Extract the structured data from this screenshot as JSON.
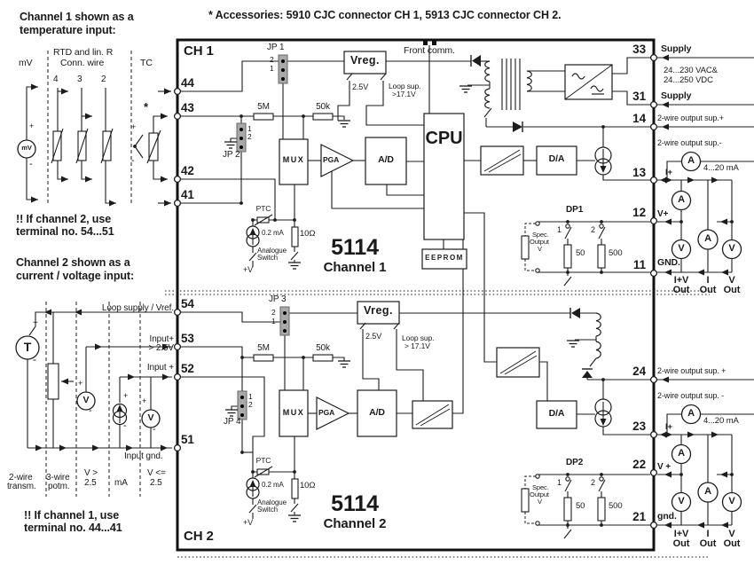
{
  "header": {
    "accessories": "* Accessories: 5910 CJC connector CH 1, 5913 CJC connector CH 2."
  },
  "symbols": {
    "plus": "+",
    "minus": "-",
    "star": "*",
    "amp": "A",
    "volt": "V",
    "temp": "T",
    "mv_meter": "mV"
  },
  "left_ch1": {
    "intro1": "Channel 1 shown as a",
    "intro2": "temperature input:",
    "mv_col": "mV",
    "rtd1": "RTD and lin. R",
    "rtd2": "Conn. wire",
    "tc_col": "TC",
    "wire4": "4",
    "wire3": "3",
    "wire2": "2",
    "note1": "!! If channel 2, use",
    "note2": "terminal no. 54...51"
  },
  "left_ch2": {
    "intro1": "Channel 2 shown as a",
    "intro2": "current / voltage input:",
    "loop_supply": "Loop supply / Vref.",
    "input_25_1": "Input+",
    "input_25_2": "> 2.5V",
    "input_plus": "Input +",
    "input_gnd": "Input gnd.",
    "w2_1": "2-wire",
    "w2_2": "transm.",
    "w3_1": "3-wire",
    "w3_2": "potm.",
    "vgt1": "V >",
    "vgt2": "2.5",
    "ma": "mA",
    "vle1": "V <=",
    "vle2": "2.5",
    "note1": "!! If channel 1, use",
    "note2": "terminal no. 44...41"
  },
  "ch1": {
    "title": "CH 1",
    "t44": "44",
    "t43": "43",
    "t42": "42",
    "t41": "41",
    "jp1": "JP 1",
    "jp2": "JP 2",
    "p1": "1",
    "p2": "2",
    "r5m": "5M",
    "r50k": "50k",
    "mux": "MUX",
    "pga": "PGA",
    "ad": "A/D",
    "vreg": "Vreg.",
    "v25": "2.5V",
    "loop1": "Loop sup.",
    "loop2": ">17.1V",
    "front_comm": "Front comm.",
    "cpu": "CPU",
    "eeprom": "EEPROM",
    "ptc": "PTC",
    "isrc": "0.2 mA",
    "r10": "10Ω",
    "asw1": "Analogue",
    "asw2": "Switch",
    "pv": "+V",
    "model": "5114",
    "channel": "Channel 1",
    "da": "D/A"
  },
  "ch2": {
    "title": "CH 2",
    "t54": "54",
    "t53": "53",
    "t52": "52",
    "t51": "51",
    "jp3": "JP 3",
    "jp4": "JP 4",
    "p1": "1",
    "p2": "2",
    "r5m": "5M",
    "r50k": "50k",
    "mux": "MUX",
    "pga": "PGA",
    "ad": "A/D",
    "vreg": "Vreg.",
    "v25": "2.5V",
    "loop1": "Loop sup.",
    "loop2": "> 17.1V",
    "ptc": "PTC",
    "isrc": "0.2 mA",
    "r10": "10Ω",
    "asw1": "Analogue",
    "asw2": "Switch",
    "pv": "+V",
    "model": "5114",
    "channel": "Channel 2",
    "da": "D/A"
  },
  "right_ch1": {
    "t33": "33",
    "supply_top": "Supply",
    "vac": "24...230 VAC&",
    "vdc": "24...250 VDC",
    "t31": "31",
    "supply_bottom": "Supply",
    "t14": "14",
    "sup_plus": "2-wire output sup.+",
    "sup_minus": "2-wire output sup.-",
    "ma_range": "4...20 mA",
    "t13": "13",
    "iplus": "I+",
    "t12": "12",
    "vplus": "V+",
    "t11": "11",
    "gnd": "GND.",
    "dp": "DP1",
    "spec1": "Spec.",
    "spec2": "Output",
    "spec3": "V",
    "sw1": "1",
    "sw2": "2",
    "r50": "50",
    "r500": "500",
    "col_iv": "I+V",
    "col_i": "I",
    "col_v": "V",
    "out": "Out"
  },
  "right_ch2": {
    "t24": "24",
    "sup_plus": "2-wire output sup. +",
    "sup_minus": "2-wire output sup. -",
    "ma_range": "4...20 mA",
    "t23": "23",
    "iplus": "I+",
    "t22": "22",
    "vplus": "V +",
    "t21": "21",
    "gnd": "gnd.",
    "dp": "DP2",
    "spec1": "Spec.",
    "spec2": "Output",
    "spec3": "V",
    "sw1": "1",
    "sw2": "2",
    "r50": "50",
    "r500": "500",
    "col_iv": "I+V",
    "col_i": "I",
    "col_v": "V",
    "out": "Out"
  }
}
